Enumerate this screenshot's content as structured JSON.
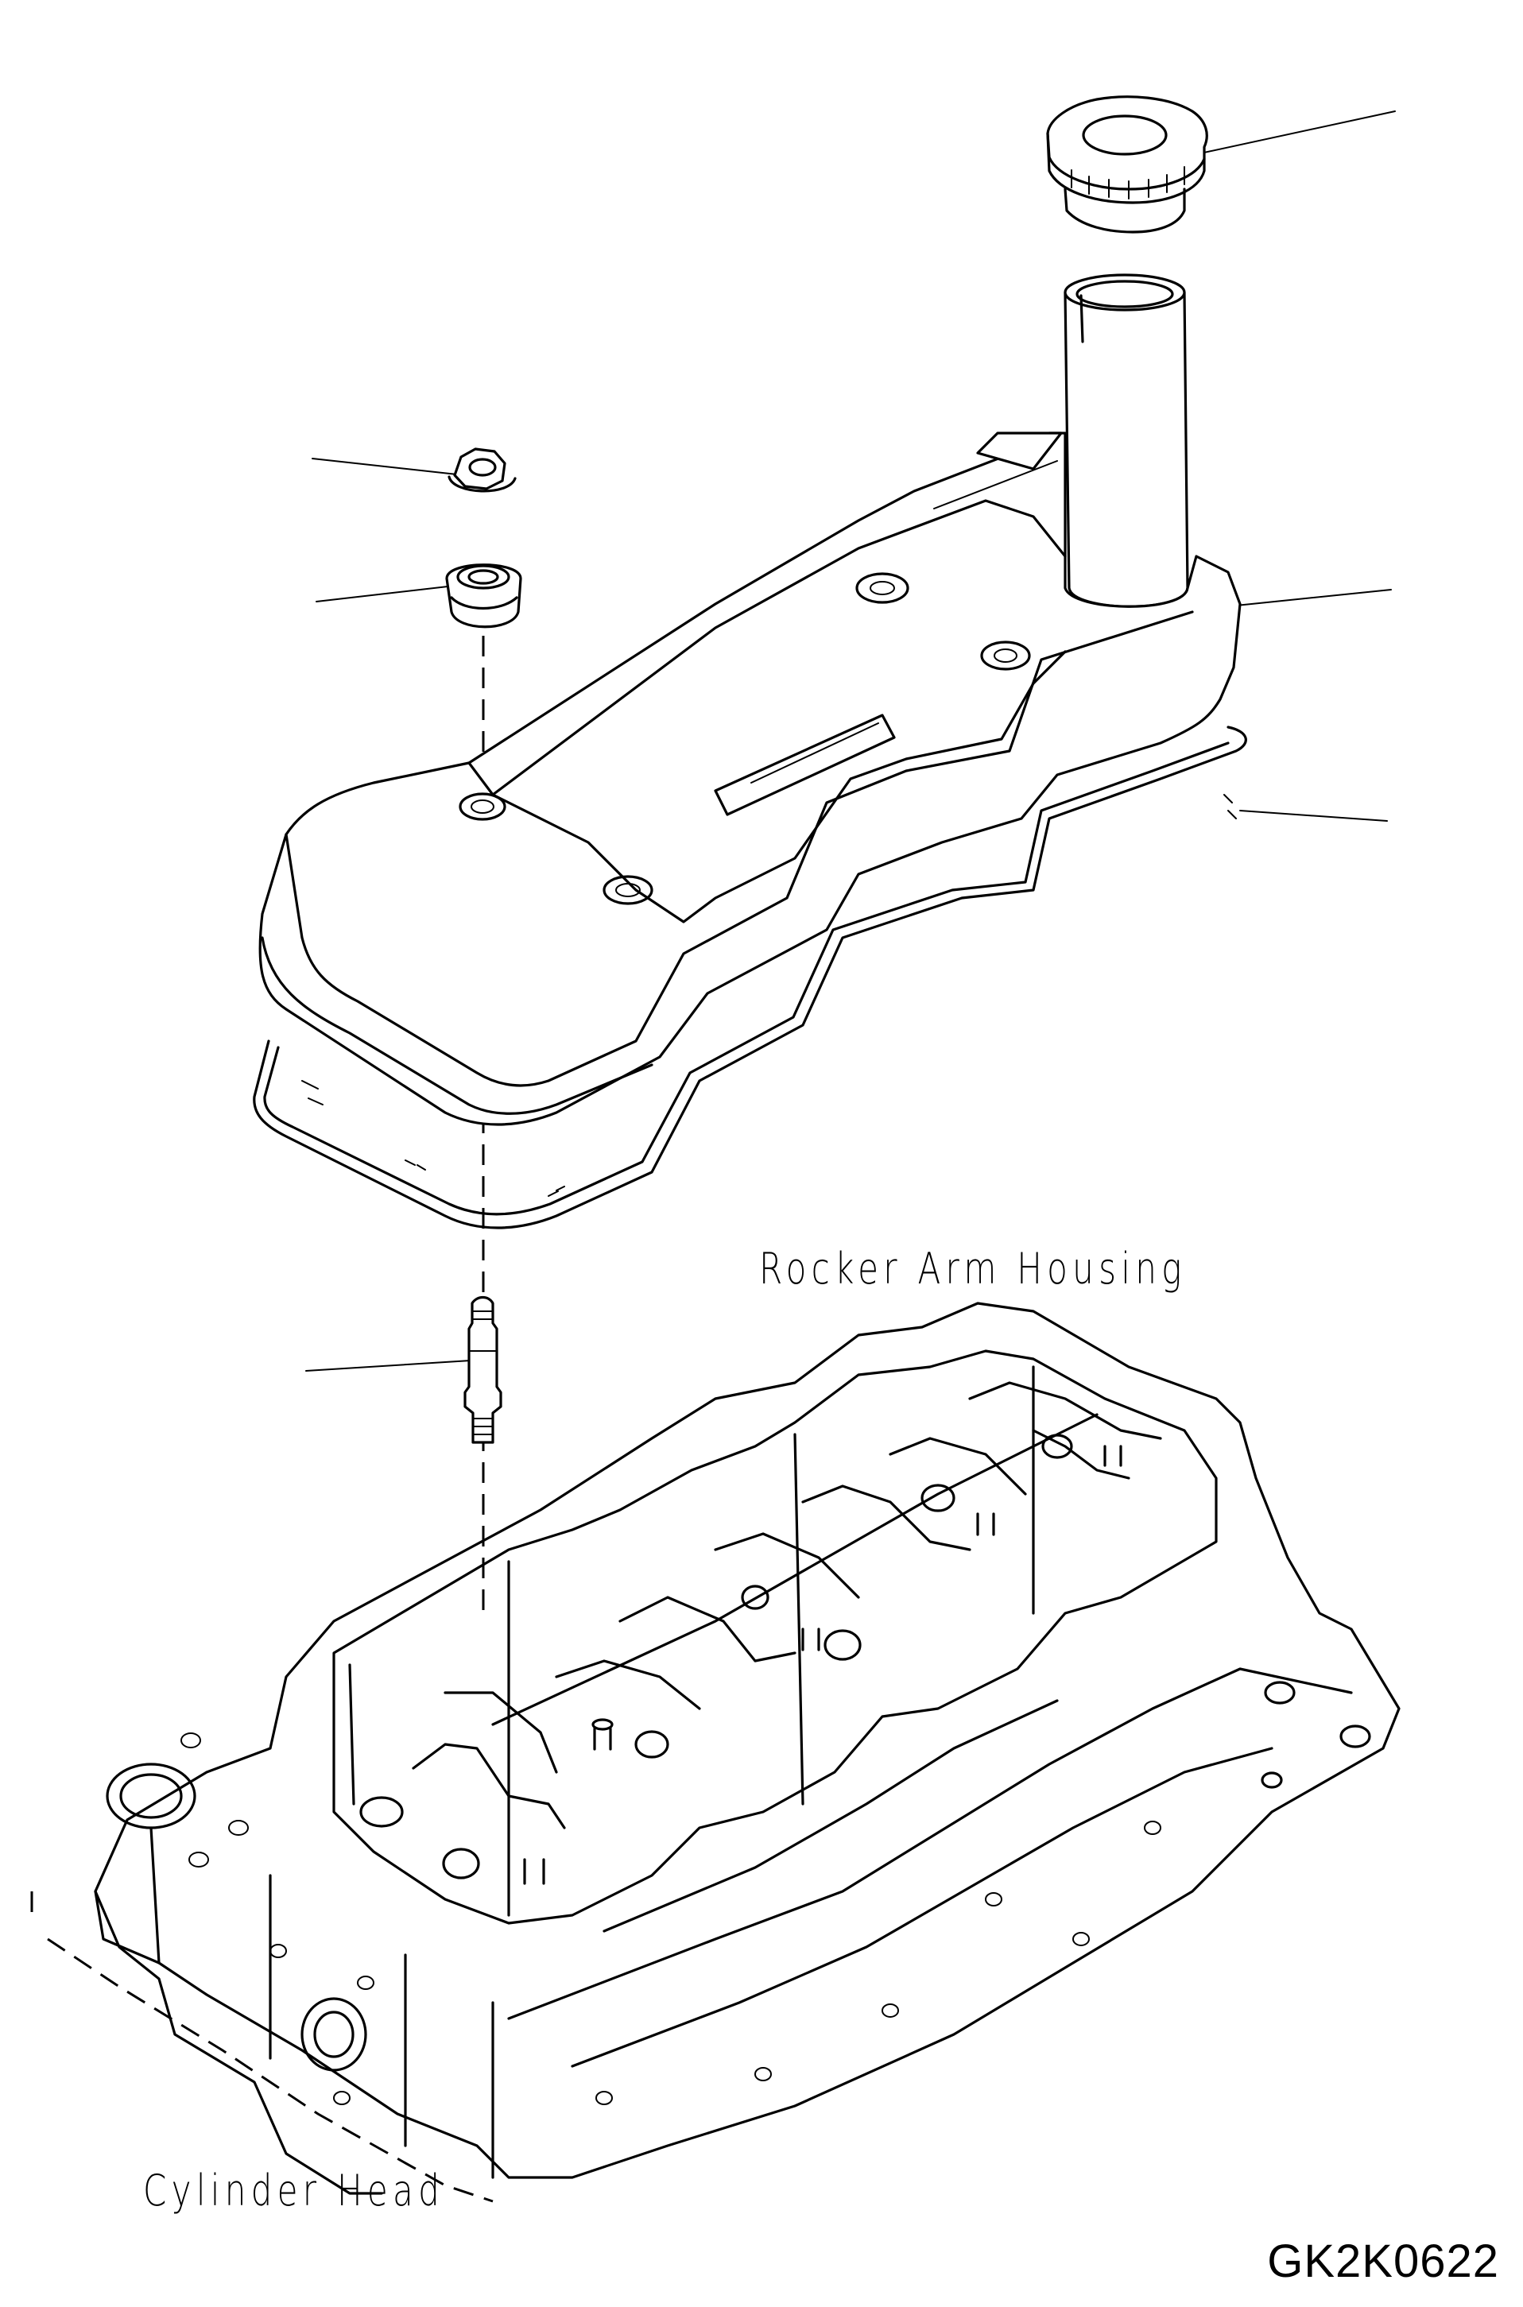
{
  "labels": {
    "rocker_arm_housing": "Rocker Arm Housing",
    "cylinder_head": "Cylinder Head",
    "figure_code": "GK2K0622"
  }
}
